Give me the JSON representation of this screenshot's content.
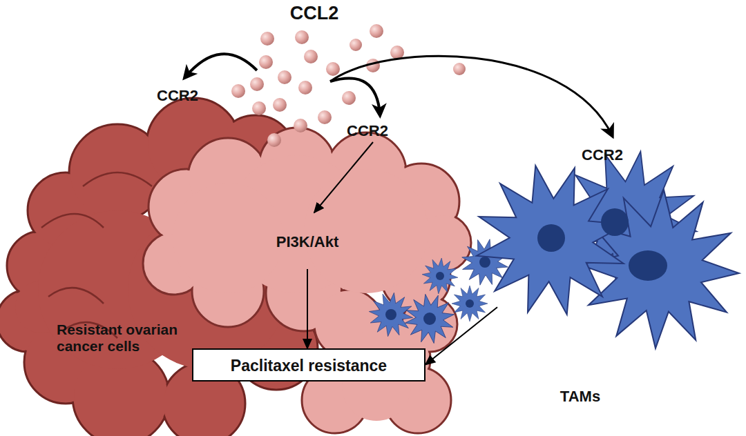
{
  "diagram": {
    "nodes": [
      {
        "text": [
          "Resistant ovarian cancer cells"
        ]
      },
      {
        "text": [
          "PI3K/Akt"
        ]
      },
      {
        "text": [
          "Paclitaxel resistance"
        ]
      },
      {
        "text": [
          "TAMs"
        ]
      }
    ],
    "edges": [
      {
        "from": 1,
        "to": 2,
        "arrow": "to"
      },
      {
        "from": 3,
        "to": 2,
        "arrow": "to"
      }
    ],
    "labels": [
      "CCL2",
      "CCR2",
      "CCR2",
      "CCR2"
    ]
  }
}
